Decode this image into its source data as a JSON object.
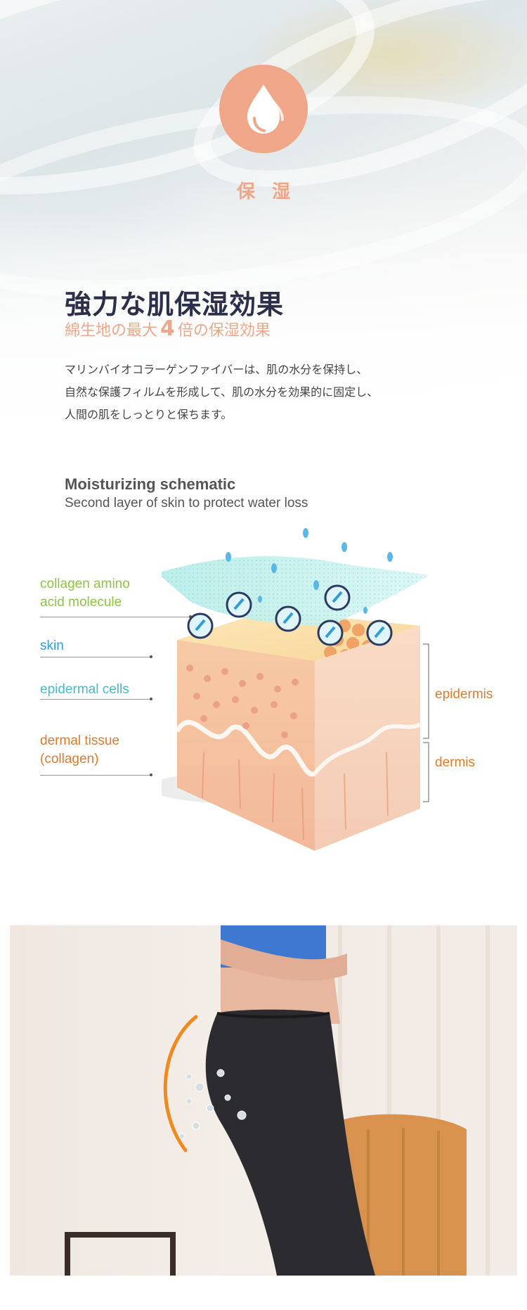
{
  "hero": {
    "badge_icon": "water-drop-icon",
    "badge_title": "保湿",
    "main_title": "強力な肌保湿効果",
    "subtitle_prefix": "綿生地の最大",
    "subtitle_number": "4",
    "subtitle_suffix": "倍の保湿効果",
    "description_lines": [
      "マリンバイオコラーゲンファイバーは、肌の水分を保持し、",
      "自然な保護フィルムを形成して、肌の水分を効果的に固定し、",
      "人間の肌をしっとりと保ちます。"
    ],
    "accent_color": "#f0a688",
    "title_color": "#2c2f4a"
  },
  "schematic": {
    "title": "Moisturizing schematic",
    "subtitle": "Second layer of skin to protect water loss",
    "labels": {
      "collagen_line1": "collagen amino",
      "collagen_line2": "acid molecule",
      "skin": "skin",
      "epidermal_cells": "epidermal cells",
      "dermal_line1": "dermal tissue",
      "dermal_line2": "(collagen)",
      "epidermis": "epidermis",
      "dermis": "dermis"
    },
    "colors": {
      "collagen": "#8cc63f",
      "skin": "#2d9fd8",
      "epidermal_cells": "#4db8c8",
      "dermal": "#e07b2a",
      "right_labels": "#e07b2a"
    }
  }
}
